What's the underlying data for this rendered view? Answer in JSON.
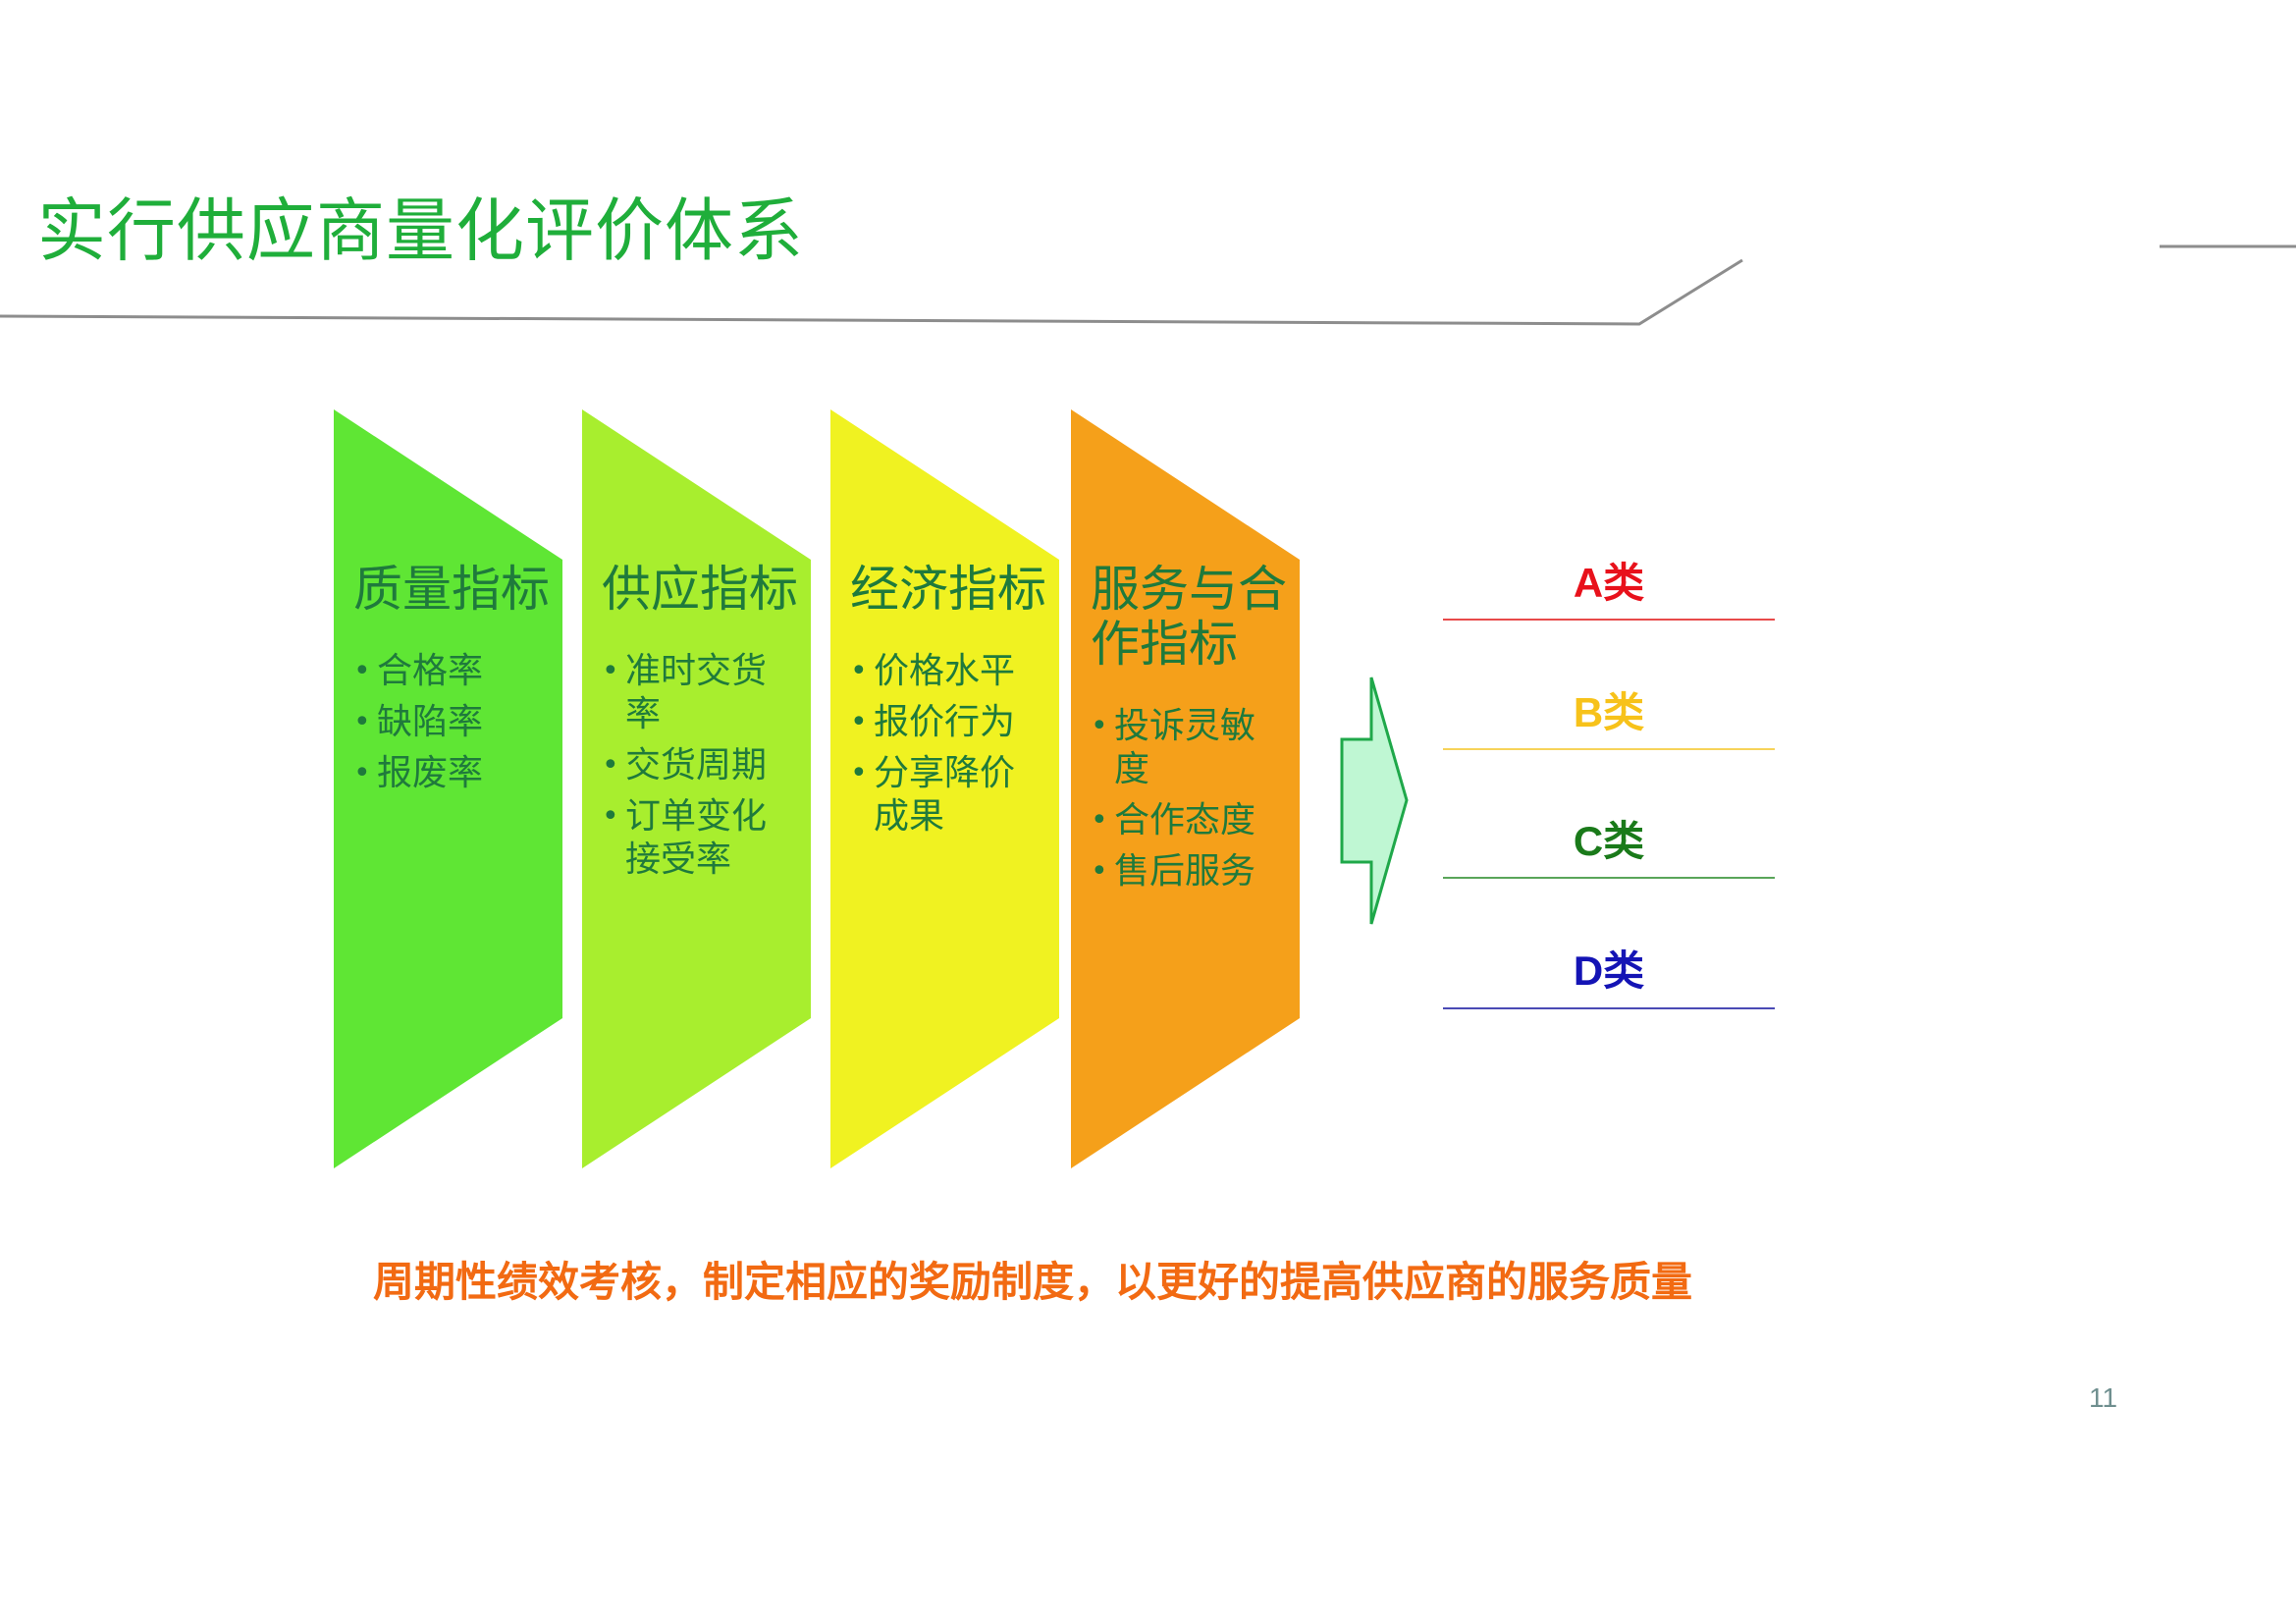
{
  "page": {
    "title": "实行供应商量化评价体系",
    "page_number": "11"
  },
  "panels": [
    {
      "title": "质量指标",
      "color": "#5fe634",
      "items": [
        "合格率",
        "缺陷率",
        "报废率"
      ]
    },
    {
      "title": "供应指标",
      "color": "#a8ee2e",
      "items": [
        "准时交货率",
        "交货周期",
        "订单变化接受率"
      ]
    },
    {
      "title": "经济指标",
      "color": "#f0f221",
      "items": [
        "价格水平",
        "报价行为",
        "分享降价成果"
      ]
    },
    {
      "title": "服务与合作指标",
      "color": "#f5a01a",
      "items": [
        "投诉灵敏度",
        "合作态度",
        "售后服务"
      ]
    }
  ],
  "categories": [
    {
      "label": "A类",
      "color": "#e8111b"
    },
    {
      "label": "B类",
      "color": "#f7c21a"
    },
    {
      "label": "C类",
      "color": "#1a7a1a"
    },
    {
      "label": "D类",
      "color": "#1414b5"
    }
  ],
  "footer": {
    "note": "周期性绩效考核，制定相应的奖励制度，以更好的提高供应商的服务质量"
  }
}
